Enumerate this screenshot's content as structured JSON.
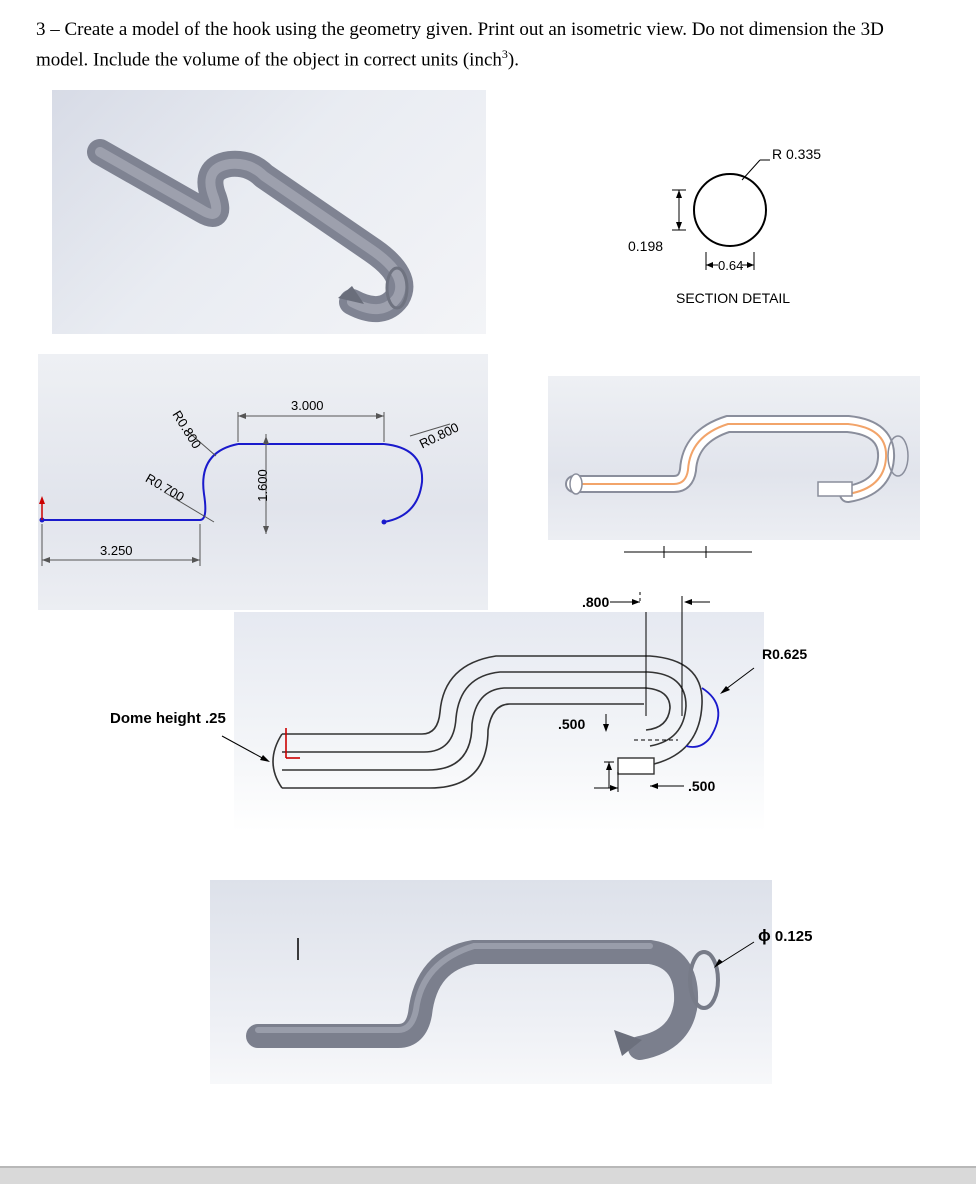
{
  "instructions": {
    "number": "3",
    "line1": "3 – Create a model of the hook using the geometry given. Print out an isometric view. Do not dimension the 3D",
    "line2_pre": "model. Include the volume of the object in correct units (inch",
    "line2_sup": "3",
    "line2_post": ")."
  },
  "section_detail": {
    "radius_label": "R 0.335",
    "depth_label": "0.198",
    "width_label": "0.64",
    "title": "SECTION DETAIL"
  },
  "sketch": {
    "top_length": "3.000",
    "bottom_length": "3.250",
    "height": "1.600",
    "radius_upper": "R0.800",
    "radius_lower": "R0.700",
    "radius_hook": "R0.800"
  },
  "hook_detail": {
    "dome_label": "Dome height  .25",
    "dim_800": ".800",
    "dim_500_left": ".500",
    "dim_500_bottom": ".500",
    "radius_label": "R0.625"
  },
  "final_view": {
    "diameter_symbol": "ϕ",
    "diameter_value": "0.125"
  },
  "colors": {
    "model_gray": "#8a8e9c",
    "sketch_blue": "#1a1acc",
    "sketch_red": "#cc0000",
    "path_orange": "#f2a46a"
  }
}
